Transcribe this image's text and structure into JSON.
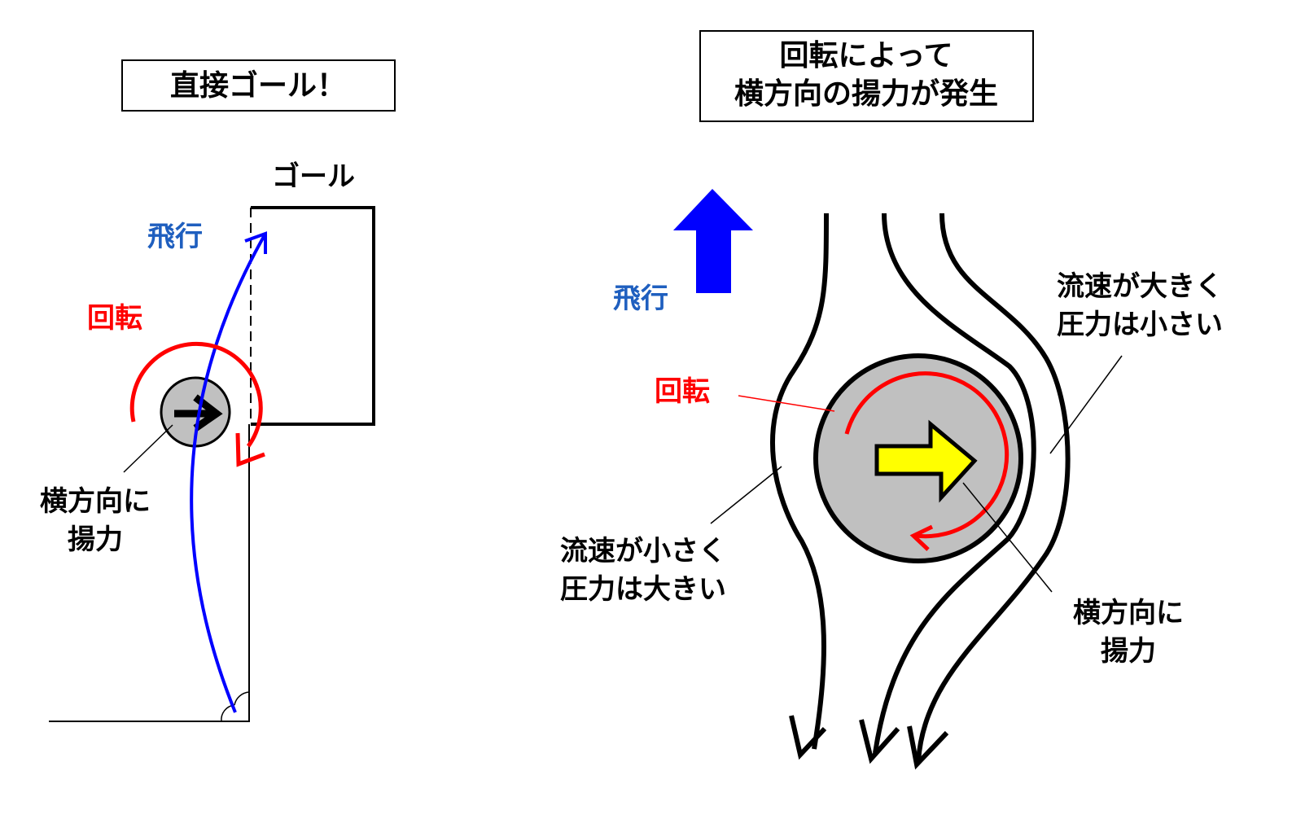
{
  "left": {
    "title": "直接ゴール！",
    "goal_label": "ゴール",
    "flight_label": "飛行",
    "spin_label": "回転",
    "lift_label_line1": "横方向に",
    "lift_label_line2": "揚力"
  },
  "right": {
    "title_line1": "回転によって",
    "title_line2": "横方向の揚力が発生",
    "flight_label": "飛行",
    "spin_label": "回転",
    "fast_flow_line1": "流速が大きく",
    "fast_flow_line2": "圧力は小さい",
    "slow_flow_line1": "流速が小さく",
    "slow_flow_line2": "圧力は大きい",
    "lift_label_line1": "横方向に",
    "lift_label_line2": "揚力"
  },
  "colors": {
    "flight": "#1f5fbf",
    "flight_arrow": "#0000ff",
    "spin": "#ff0000",
    "ball": "#c0c0c0",
    "lift_arrow_fill": "#ffff00",
    "ink": "#000000"
  }
}
